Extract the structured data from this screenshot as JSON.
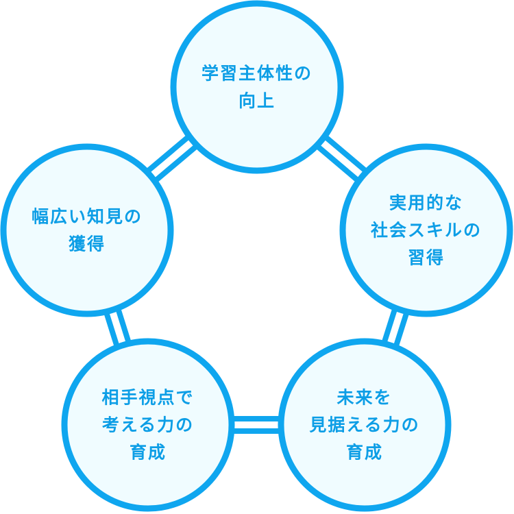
{
  "colors": {
    "ring": "#0fa6ef",
    "fill": "#f0fcff",
    "text": "#0d9ee6",
    "background": "#ffffff"
  },
  "nodes": [
    {
      "id": "top",
      "lines": [
        "学習主体性の",
        "向上"
      ]
    },
    {
      "id": "right",
      "lines": [
        "実用的な",
        "社会スキルの",
        "習得"
      ]
    },
    {
      "id": "bottom-right",
      "lines": [
        "未来を",
        "見据える力の",
        "育成"
      ]
    },
    {
      "id": "bottom-left",
      "lines": [
        "相手視点で",
        "考える力の",
        "育成"
      ]
    },
    {
      "id": "left",
      "lines": [
        "幅広い知見の",
        "獲得"
      ]
    }
  ]
}
